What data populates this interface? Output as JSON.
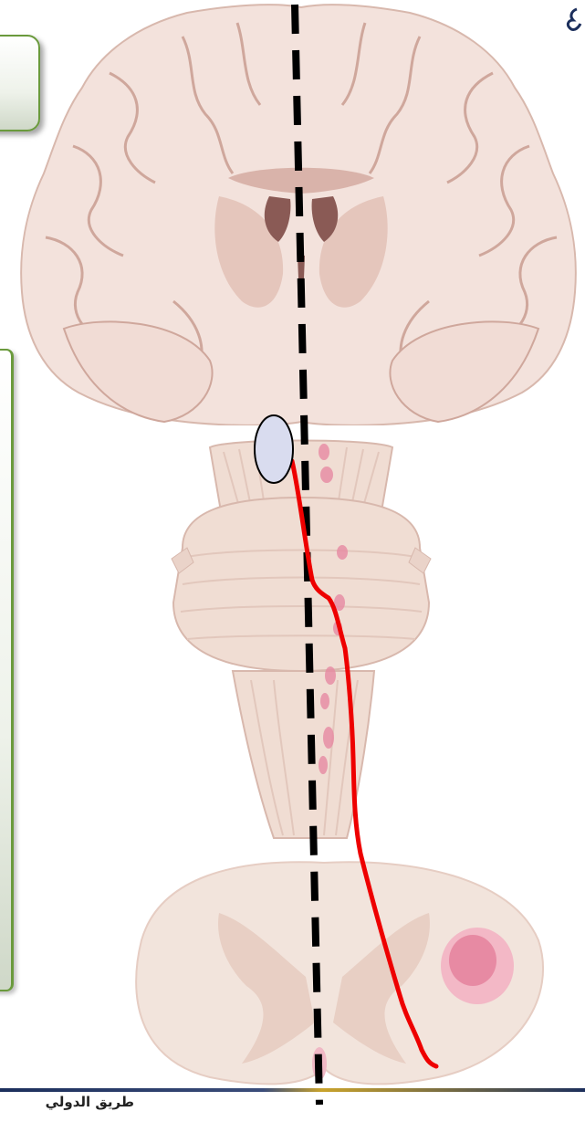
{
  "footer": {
    "text": "طريق الدولي"
  },
  "colors": {
    "brain_fill": "#f3e2dc",
    "gray_matter": "#e5c6bc",
    "ventricle": "#8a5a55",
    "brainstem_fill": "#f0ddd3",
    "spinal_fill": "#f2e4dc",
    "lesion_pink": "#e78aa3",
    "pathway_red": "#ee0000",
    "midline_black": "#000000",
    "lesion_oval": "#d9dcef",
    "frame_green": "#6a9a3c"
  },
  "icons": {
    "brain": "coronal-brain-section",
    "brainstem": "brainstem-ventral-view",
    "spinal": "spinal-cord-cross-section",
    "lesion": "lesion-oval-marker",
    "pathway": "corticospinal-pathway-line",
    "midline": "midline-dashed-line"
  }
}
